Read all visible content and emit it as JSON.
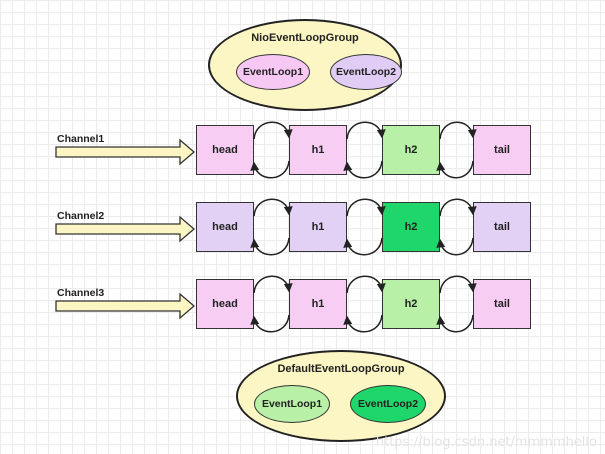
{
  "top_group": {
    "title": "NioEventLoopGroup",
    "loops": [
      {
        "label": "EventLoop1",
        "color": "#f8c8f4"
      },
      {
        "label": "EventLoop2",
        "color": "#e0ccf4"
      }
    ]
  },
  "channels": [
    {
      "label": "Channel1",
      "nodes": [
        {
          "label": "head",
          "color": "#f8cdf4"
        },
        {
          "label": "h1",
          "color": "#f8cdf4"
        },
        {
          "label": "h2",
          "color": "#b7f0a6"
        },
        {
          "label": "tail",
          "color": "#f8cdf4"
        }
      ]
    },
    {
      "label": "Channel2",
      "nodes": [
        {
          "label": "head",
          "color": "#e2d0f5"
        },
        {
          "label": "h1",
          "color": "#e2d0f5"
        },
        {
          "label": "h2",
          "color": "#1ed66a"
        },
        {
          "label": "tail",
          "color": "#e2d0f5"
        }
      ]
    },
    {
      "label": "Channel3",
      "nodes": [
        {
          "label": "head",
          "color": "#f8cdf4"
        },
        {
          "label": "h1",
          "color": "#f8cdf4"
        },
        {
          "label": "h2",
          "color": "#b7f0a6"
        },
        {
          "label": "tail",
          "color": "#f8cdf4"
        }
      ]
    }
  ],
  "bottom_group": {
    "title": "DefaultEventLoopGroup",
    "loops": [
      {
        "label": "EventLoop1",
        "color": "#b7f0a6"
      },
      {
        "label": "EventLoop2",
        "color": "#1ed66a"
      }
    ]
  },
  "watermark": "https://blog.csdn.net/mmmmhello"
}
